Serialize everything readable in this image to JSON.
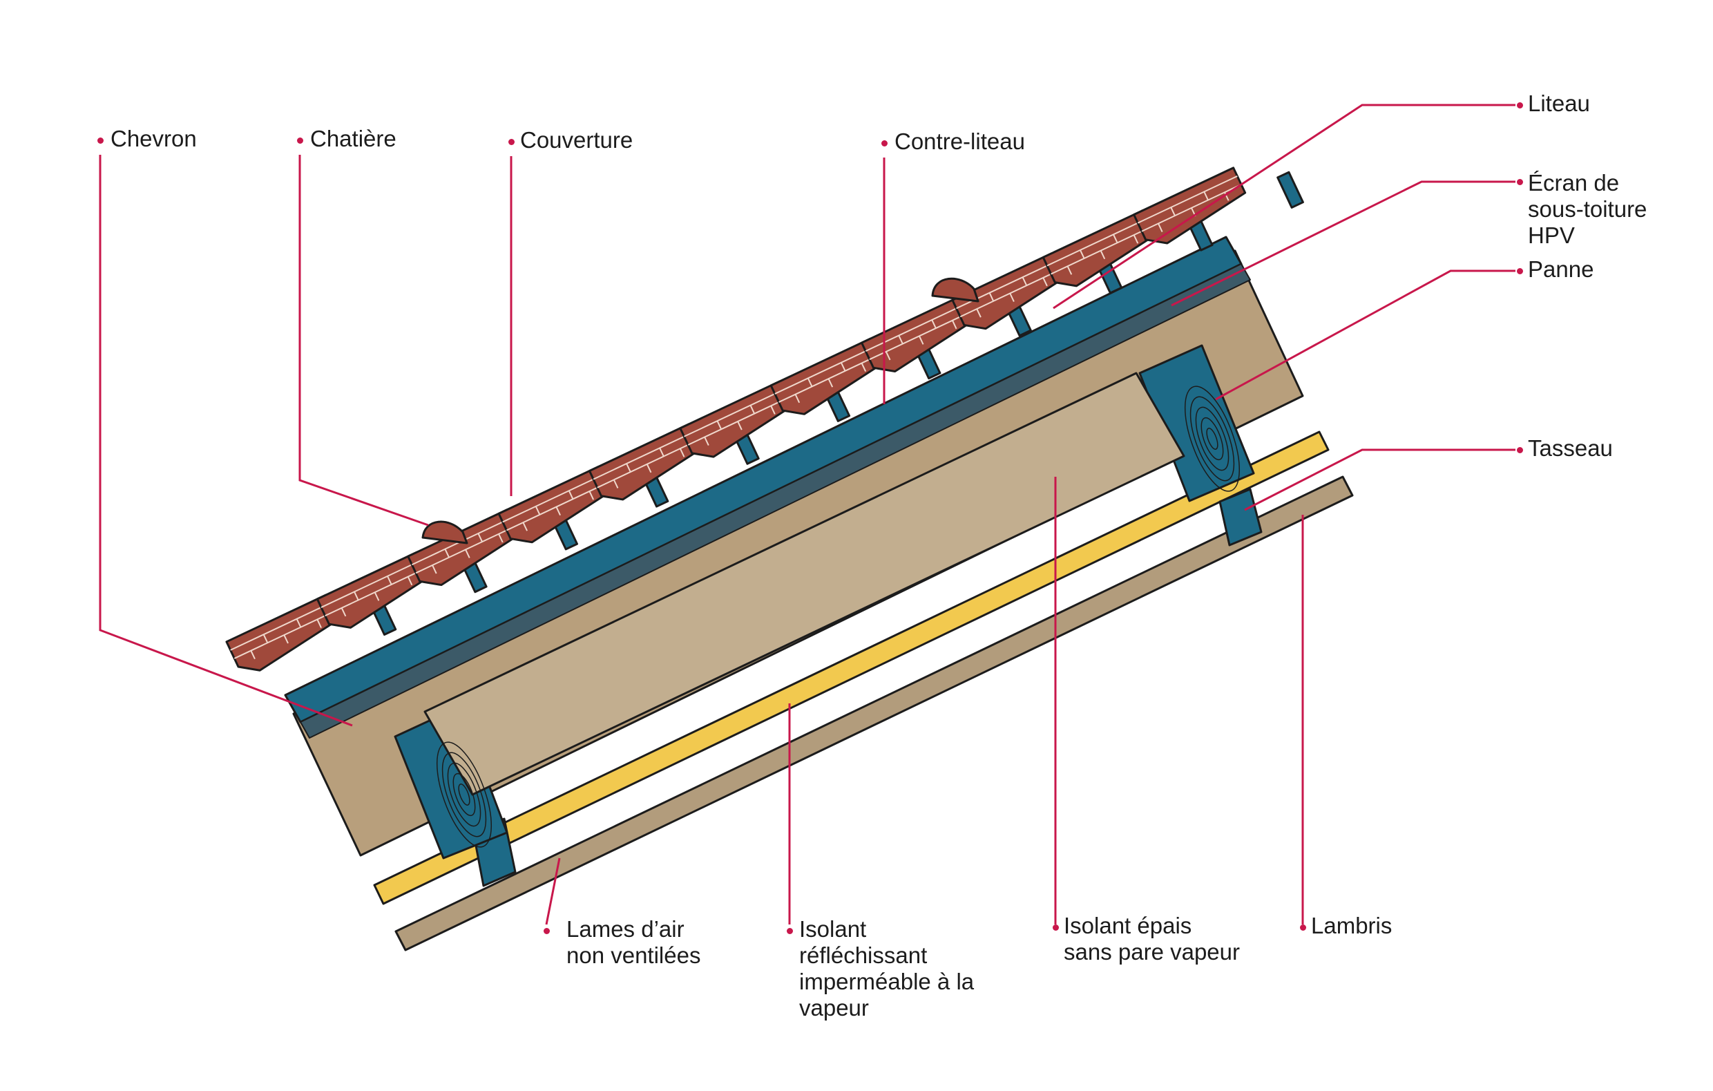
{
  "colors": {
    "leader": "#c8174b",
    "tile": "#a0493b",
    "tile_mortar": "#f0d8cc",
    "screen": "#1d6a87",
    "panne": "#b89f7c",
    "insulation": "#c2ae8f",
    "reflective": "#f2c94f",
    "lambris": "#b29c7c",
    "outline": "#1c1c1c"
  },
  "labels": {
    "chevron": "Chevron",
    "chatiere": "Chatière",
    "couverture": "Couverture",
    "contre_liteau": "Contre-liteau",
    "liteau": "Liteau",
    "ecran": [
      "Écran de",
      "sous-toiture",
      "HPV"
    ],
    "panne": "Panne",
    "tasseau": "Tasseau",
    "lames_air": [
      "Lames d’air",
      "non ventilées"
    ],
    "isolant_reflechissant": [
      "Isolant",
      "réfléchissant",
      "imperméable à la",
      "vapeur"
    ],
    "isolant_epais": [
      "Isolant épais",
      "sans pare vapeur"
    ],
    "lambris": "Lambris"
  }
}
